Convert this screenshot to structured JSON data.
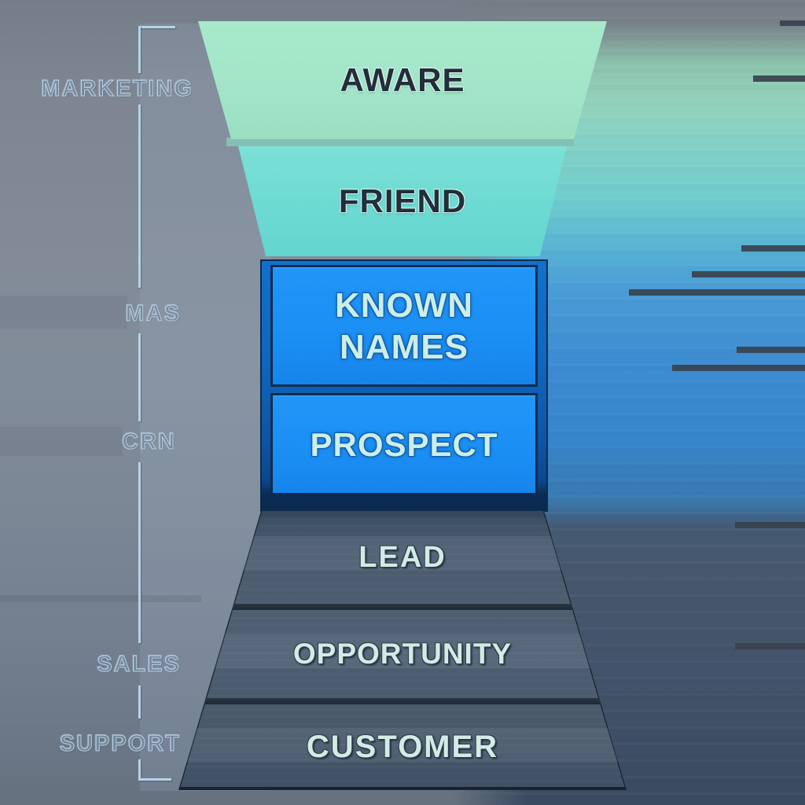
{
  "diagram": {
    "type": "funnel",
    "description": "Marketing-to-sales funnel with bow-tie shape: narrowing mint stages, blue rectangle stages, widening slate pyramid stages",
    "stages": [
      {
        "id": "aware",
        "label": "AWARE",
        "fill": "#a2e5c8",
        "text_color": "#222e3a"
      },
      {
        "id": "friend",
        "label": "FRIEND",
        "fill": "#6edbd3",
        "text_color": "#222e3a"
      },
      {
        "id": "known-names",
        "label": "KNOWN NAMES",
        "lines": [
          "KNOWN",
          "NAMES"
        ],
        "fill": "#1b8ff4",
        "text_color": "#cdeee6"
      },
      {
        "id": "prospect",
        "label": "PROSPECT",
        "fill": "#1b8ff4",
        "text_color": "#cdeee6"
      },
      {
        "id": "lead",
        "label": "LEAD",
        "fill": "#4c5b6e",
        "text_color": "#d2ebe4"
      },
      {
        "id": "opportunity",
        "label": "OPPORTUNITY",
        "fill": "#4e5d70",
        "text_color": "#d2ebe4"
      },
      {
        "id": "customer",
        "label": "CUSTOMER",
        "fill": "#49586b",
        "text_color": "#d2ebe4"
      }
    ],
    "side_labels": [
      {
        "id": "marketing",
        "label": "MARKETING"
      },
      {
        "id": "mas",
        "label": "MAS"
      },
      {
        "id": "crn",
        "label": "CRN"
      },
      {
        "id": "sales",
        "label": "SALES"
      },
      {
        "id": "support",
        "label": "SUPPORT"
      }
    ],
    "colors": {
      "background_left_gray": "#7d8692",
      "background_right_teal": "#6fcccd",
      "background_right_blue": "#3684ca",
      "background_right_slate": "#42526a",
      "blue_border": "#0e2b4d",
      "bracket": "#b9d3e4",
      "divider_mint": "#85c0b4",
      "divider_slate": "#232f3d"
    }
  }
}
